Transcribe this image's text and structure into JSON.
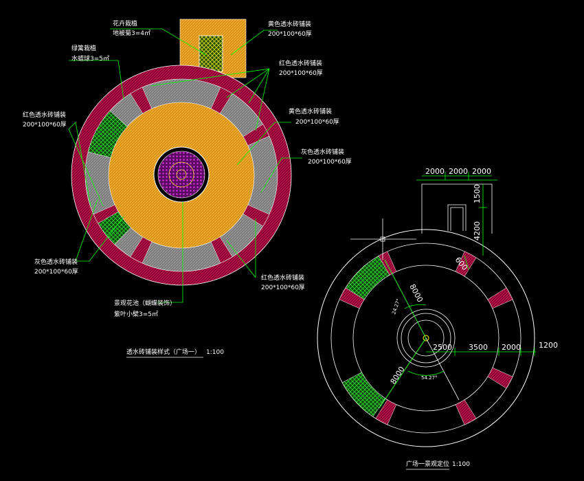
{
  "colors": {
    "background": "#000000",
    "red_paving": "#a0003a",
    "yellow_paving": "#e8a21a",
    "grey_paving": "#8c8c8c",
    "green_planting": "#1fa81f",
    "purple_planting": "#9a1aa0",
    "leader": "#00ff00",
    "outline": "#ffffff"
  },
  "left_plan": {
    "title": "透水砖铺装样式（广场一）",
    "scale": "1:100",
    "labels": {
      "flower_bed_1": "花卉栽植",
      "flower_bed_2": "地被菊3=4㎡",
      "green_1": "绿篱栽植",
      "green_2": "水蜡球3=5㎡",
      "yellow_top_1": "黄色透水砖铺装",
      "yellow_top_2": "200*100*60厚",
      "red_right_1": "红色透水砖铺装",
      "red_right_2": "200*100*60厚",
      "yellow_right_1": "黄色透水砖铺装",
      "yellow_right_2": "200*100*60厚",
      "grey_right_1": "灰色透水砖铺装",
      "grey_right_2": "200*100*60厚",
      "red_left_1": "红色透水砖铺装",
      "red_left_2": "200*100*60厚",
      "grey_left_1": "灰色透水砖铺装",
      "grey_left_2": "200*100*60厚",
      "red_bottom_1": "红色透水砖铺装",
      "red_bottom_2": "200*100*60厚",
      "center_1": "景观花池（蝴蝶装饰）",
      "center_2": "紫叶小檗3=5㎡"
    }
  },
  "right_plan": {
    "title": "广场一景观定位",
    "scale": "1:100",
    "dims": {
      "top_a": "2000",
      "top_b": "2000",
      "top_c": "2000",
      "v_1500": "1500",
      "v_4200": "4200",
      "d_600": "600",
      "d_8000_a": "8000",
      "d_8000_b": "8000",
      "angle_a": "24.27°",
      "angle_b": "54.27°",
      "r_2500": "2500",
      "r_3500": "3500",
      "r_2000": "2000",
      "r_1200": "1200"
    }
  }
}
